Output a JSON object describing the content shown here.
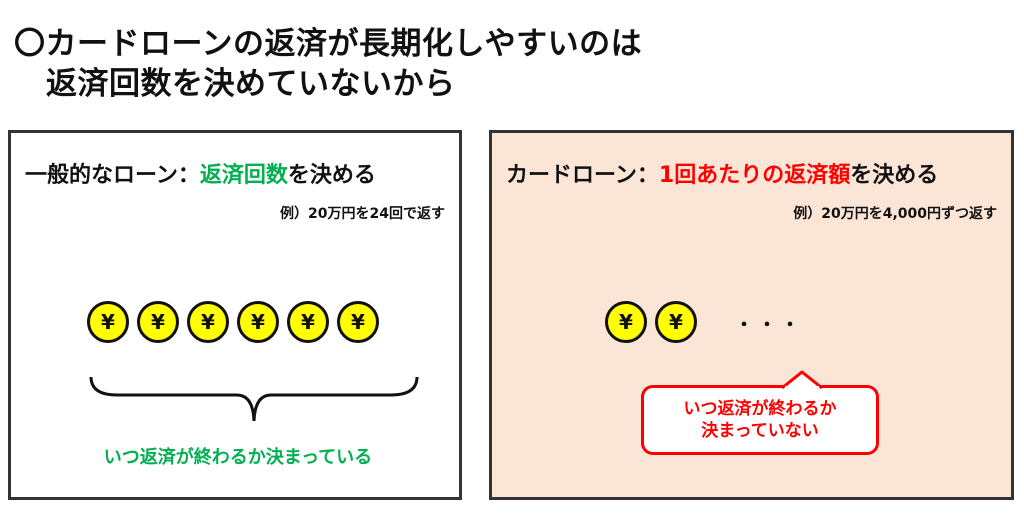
{
  "title": {
    "line1": "〇カードローンの返済が長期化しやすいのは",
    "line2": "返済回数を決めていないから"
  },
  "left_panel": {
    "heading_prefix": "一般的なローン：",
    "heading_highlight": "返済回数",
    "heading_suffix": "を決める",
    "example": "例）20万円を24回で返す",
    "coin_symbol": "¥",
    "coin_count": 6,
    "note": "いつ返済が終わるか決まっている"
  },
  "right_panel": {
    "heading_prefix": "カードローン：",
    "heading_highlight": "1回あたりの返済額",
    "heading_suffix": "を決める",
    "example": "例）20万円を4,000円ずつ返す",
    "coin_symbol": "¥",
    "coin_count": 2,
    "dots": "・・・",
    "callout_line1": "いつ返済が終わるか",
    "callout_line2": "決まっていない"
  },
  "colors": {
    "green_highlight": "#00b050",
    "red_highlight": "#ff0000",
    "coin_fill": "#ffff00",
    "right_panel_bg": "#fbe5d6"
  }
}
